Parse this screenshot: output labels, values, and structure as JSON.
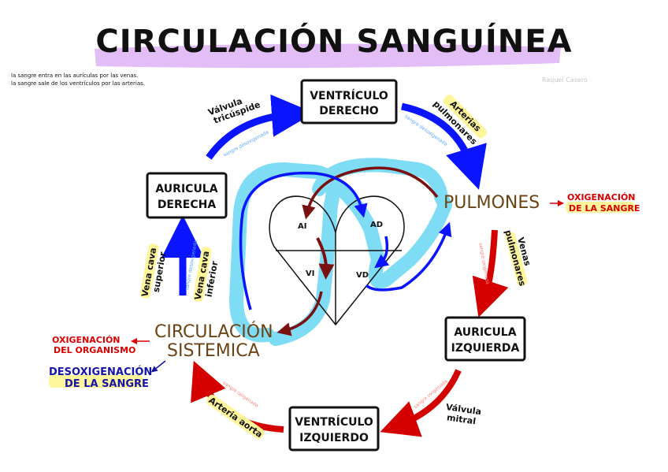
{
  "title": "CIRCULACIÓN SANGUÍNEA",
  "credit": "Raquel Casero",
  "notes": [
    "la sangre entra en las aurículas por las venas.",
    "la sangre sale de los ventrículos por las arterias."
  ],
  "boxes": {
    "ventriculo_derecho": [
      "VENTRÍCULO",
      "DERECHO"
    ],
    "auricula_derecha": [
      "AURICULA",
      "DERECHA"
    ],
    "auricula_izquierda": [
      "AURICULA",
      "IZQUIERDA"
    ],
    "ventriculo_izquierdo": [
      "VENTRÍCULO",
      "IZQUIERDO"
    ]
  },
  "nodes": {
    "pulmones": "PULMONES",
    "circulacion_sistemica": [
      "CIRCULACIÓN",
      "SISTEMICA"
    ]
  },
  "outcomes": {
    "pulmones": [
      "OXIGENACIÓN",
      "DE LA SANGRE"
    ],
    "organismo": [
      "OXIGENACIÓN",
      "DEL ORGANISMO"
    ],
    "desoxigenacion": [
      "DESOXIGENACIÓN",
      "DE LA SANGRE"
    ]
  },
  "vessels": {
    "valvula_tricuspide": [
      "Válvula",
      "tricúspide"
    ],
    "arterias_pulmonares": [
      "Arterias",
      "pulmonares"
    ],
    "venas_pulmonares": [
      "Venas",
      "pulmonares"
    ],
    "valvula_mitral": [
      "Válvula",
      "mitral"
    ],
    "arteria_aorta": "Arteria aorta",
    "vena_cava_superior": [
      "Vena cava",
      "superior"
    ],
    "vena_cava_inferior": [
      "Vena cava",
      "inferior"
    ]
  },
  "blood_labels": {
    "deoxygenated": "sangre desoxigenada",
    "oxygenated": "sangre oxigenada"
  },
  "heart": {
    "chambers": [
      "AI",
      "AD",
      "VI",
      "VD"
    ]
  },
  "colors": {
    "deoxygenated": "#0a14ff",
    "oxygenated": "#d40000",
    "heart_flow": "#7a1010",
    "highlight_cyan": "#7fdcf5",
    "title_highlight": "#e3bdf5",
    "label_highlight": "#fff59a",
    "brown_text": "#6b4314"
  }
}
